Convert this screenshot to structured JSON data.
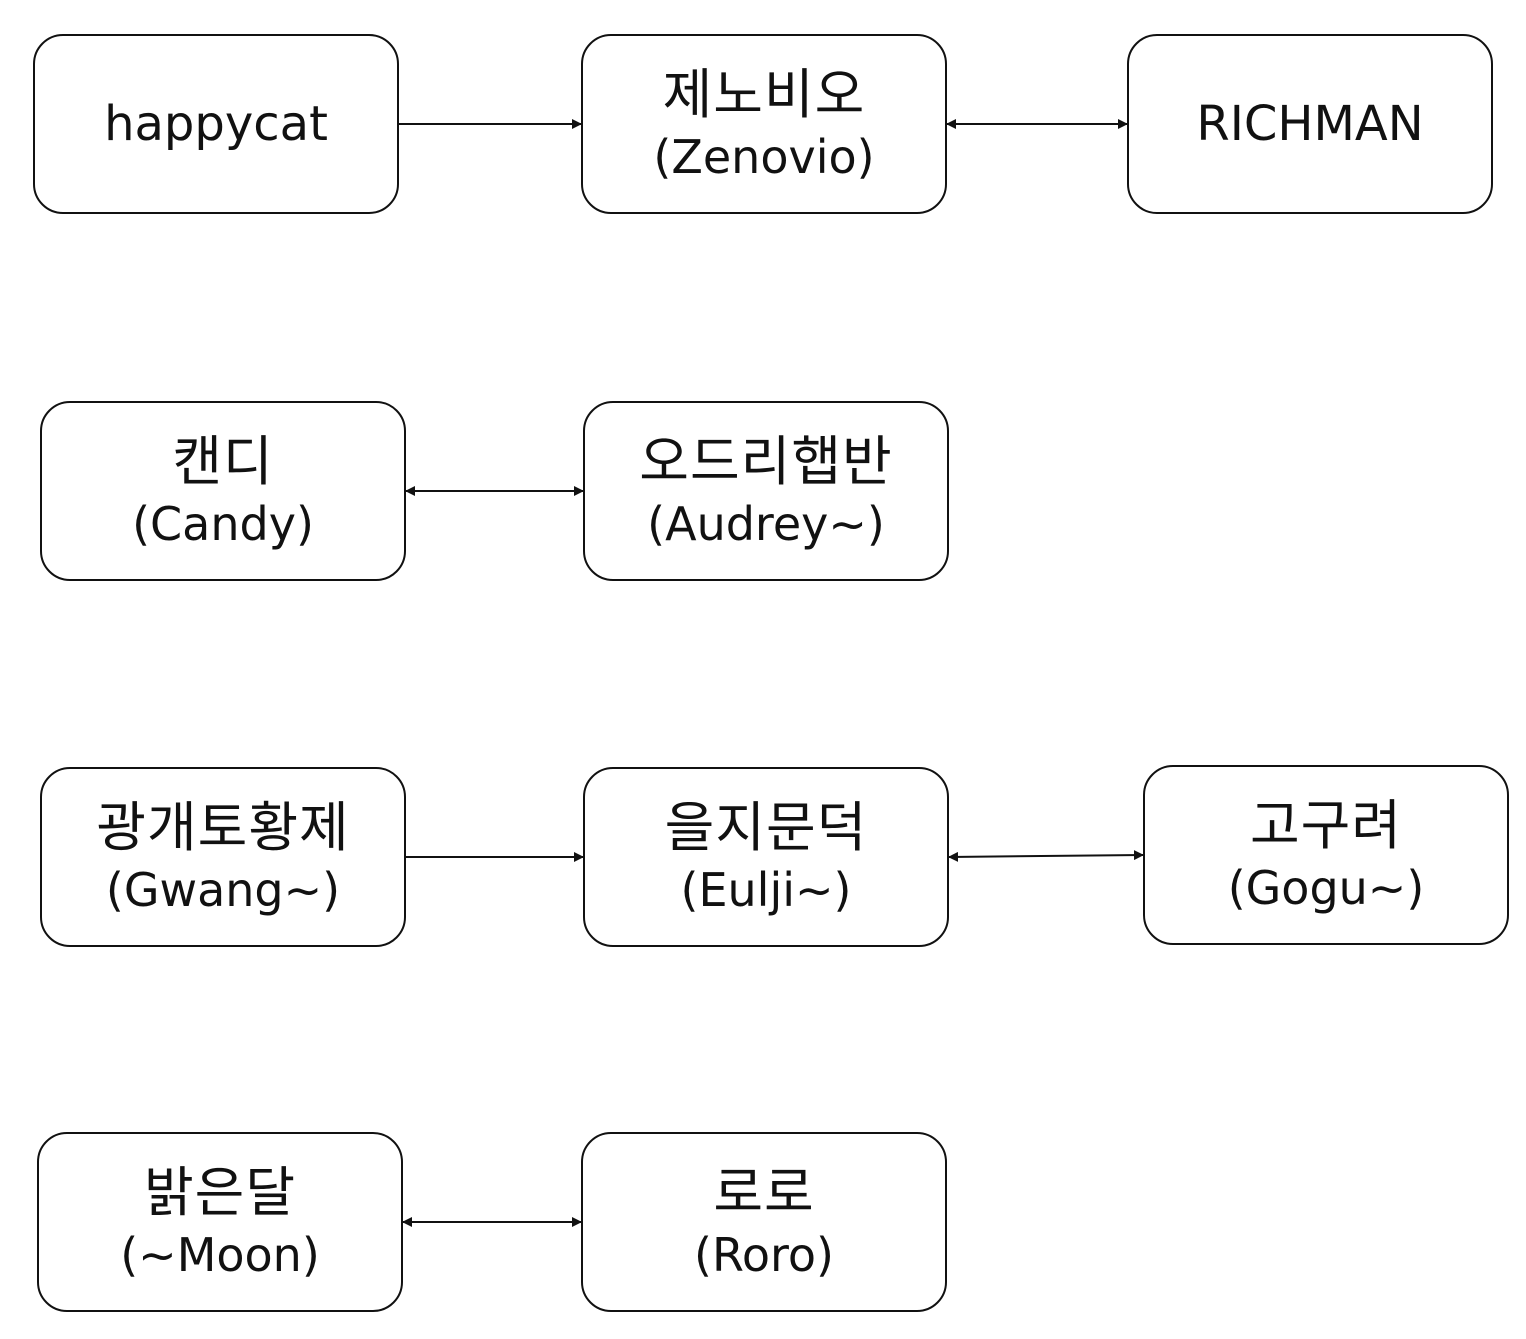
{
  "diagram": {
    "nodes": {
      "happycat": {
        "label": "happycat"
      },
      "zenovio": {
        "korean": "제노비오",
        "english": "(Zenovio)"
      },
      "richman": {
        "label": "RICHMAN"
      },
      "candy": {
        "korean": "캔디",
        "english": "(Candy)"
      },
      "audrey": {
        "korean": "오드리햅반",
        "english": "(Audrey~)"
      },
      "gwang": {
        "korean": "광개토황제",
        "english": "(Gwang~)"
      },
      "eulji": {
        "korean": "을지문덕",
        "english": "(Eulji~)"
      },
      "gogu": {
        "korean": "고구려",
        "english": "(Gogu~)"
      },
      "moon": {
        "korean": "밝은달",
        "english": "(~Moon)"
      },
      "roro": {
        "korean": "로로",
        "english": "(Roro)"
      }
    },
    "edges": [
      {
        "from": "happycat",
        "to": "zenovio",
        "direction": "forward"
      },
      {
        "from": "zenovio",
        "to": "richman",
        "direction": "both"
      },
      {
        "from": "candy",
        "to": "audrey",
        "direction": "both"
      },
      {
        "from": "gwang",
        "to": "eulji",
        "direction": "forward"
      },
      {
        "from": "eulji",
        "to": "gogu",
        "direction": "both"
      },
      {
        "from": "moon",
        "to": "roro",
        "direction": "both"
      }
    ]
  }
}
